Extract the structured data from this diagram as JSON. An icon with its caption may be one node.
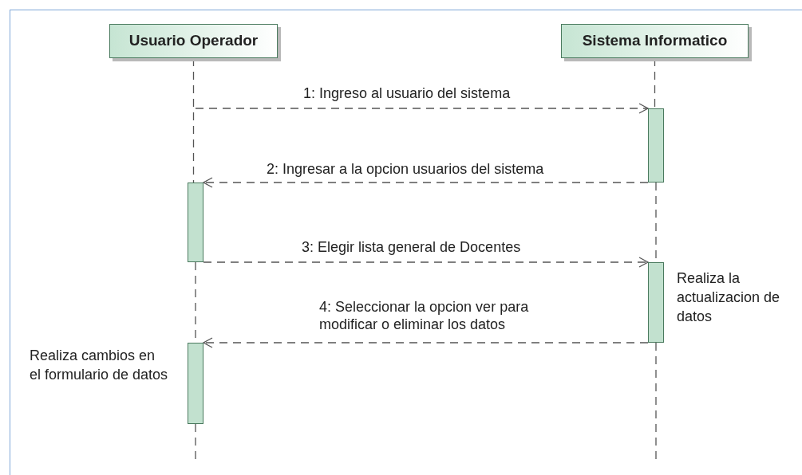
{
  "diagram": {
    "nodes": [
      {
        "text": [
          "Usuario Operador"
        ]
      },
      {
        "text": [
          "Sistema Informatico"
        ]
      },
      {
        "text": [],
        "shape": "bar"
      },
      {
        "text": [],
        "shape": "bar"
      },
      {
        "text": [],
        "shape": "bar",
        "beside": [
          "Realiza la actualizacion de datos"
        ]
      },
      {
        "text": [],
        "shape": "bar",
        "beside": [
          "Realiza cambios en el formulario de datos"
        ]
      }
    ],
    "edges": [
      {
        "from": null,
        "to": 2,
        "arrow": "to",
        "label": "1: Ingreso al usuario del sistema",
        "style": "dashed"
      },
      {
        "from": 2,
        "to": 3,
        "arrow": "to",
        "label": "2: Ingresar a la opcion usuarios del sistema",
        "style": "dashed"
      },
      {
        "from": 3,
        "to": 4,
        "arrow": "to",
        "label": "3: Elegir lista general de Docentes",
        "style": "dashed"
      },
      {
        "from": 4,
        "to": 5,
        "arrow": "to",
        "label": "4: Seleccionar la opcion ver para modificar o eliminar los datos",
        "style": "dashed"
      },
      {
        "from": 0,
        "to": 3,
        "arrow": "none",
        "style": "dashed"
      },
      {
        "from": 3,
        "to": 5,
        "arrow": "none",
        "style": "dashed"
      },
      {
        "from": 5,
        "to": null,
        "arrow": "none",
        "style": "dashed"
      },
      {
        "from": 1,
        "to": 2,
        "arrow": "none",
        "style": "dashed"
      },
      {
        "from": 2,
        "to": 4,
        "arrow": "none",
        "style": "dashed"
      },
      {
        "from": 4,
        "to": null,
        "arrow": "none",
        "style": "dashed"
      }
    ]
  }
}
